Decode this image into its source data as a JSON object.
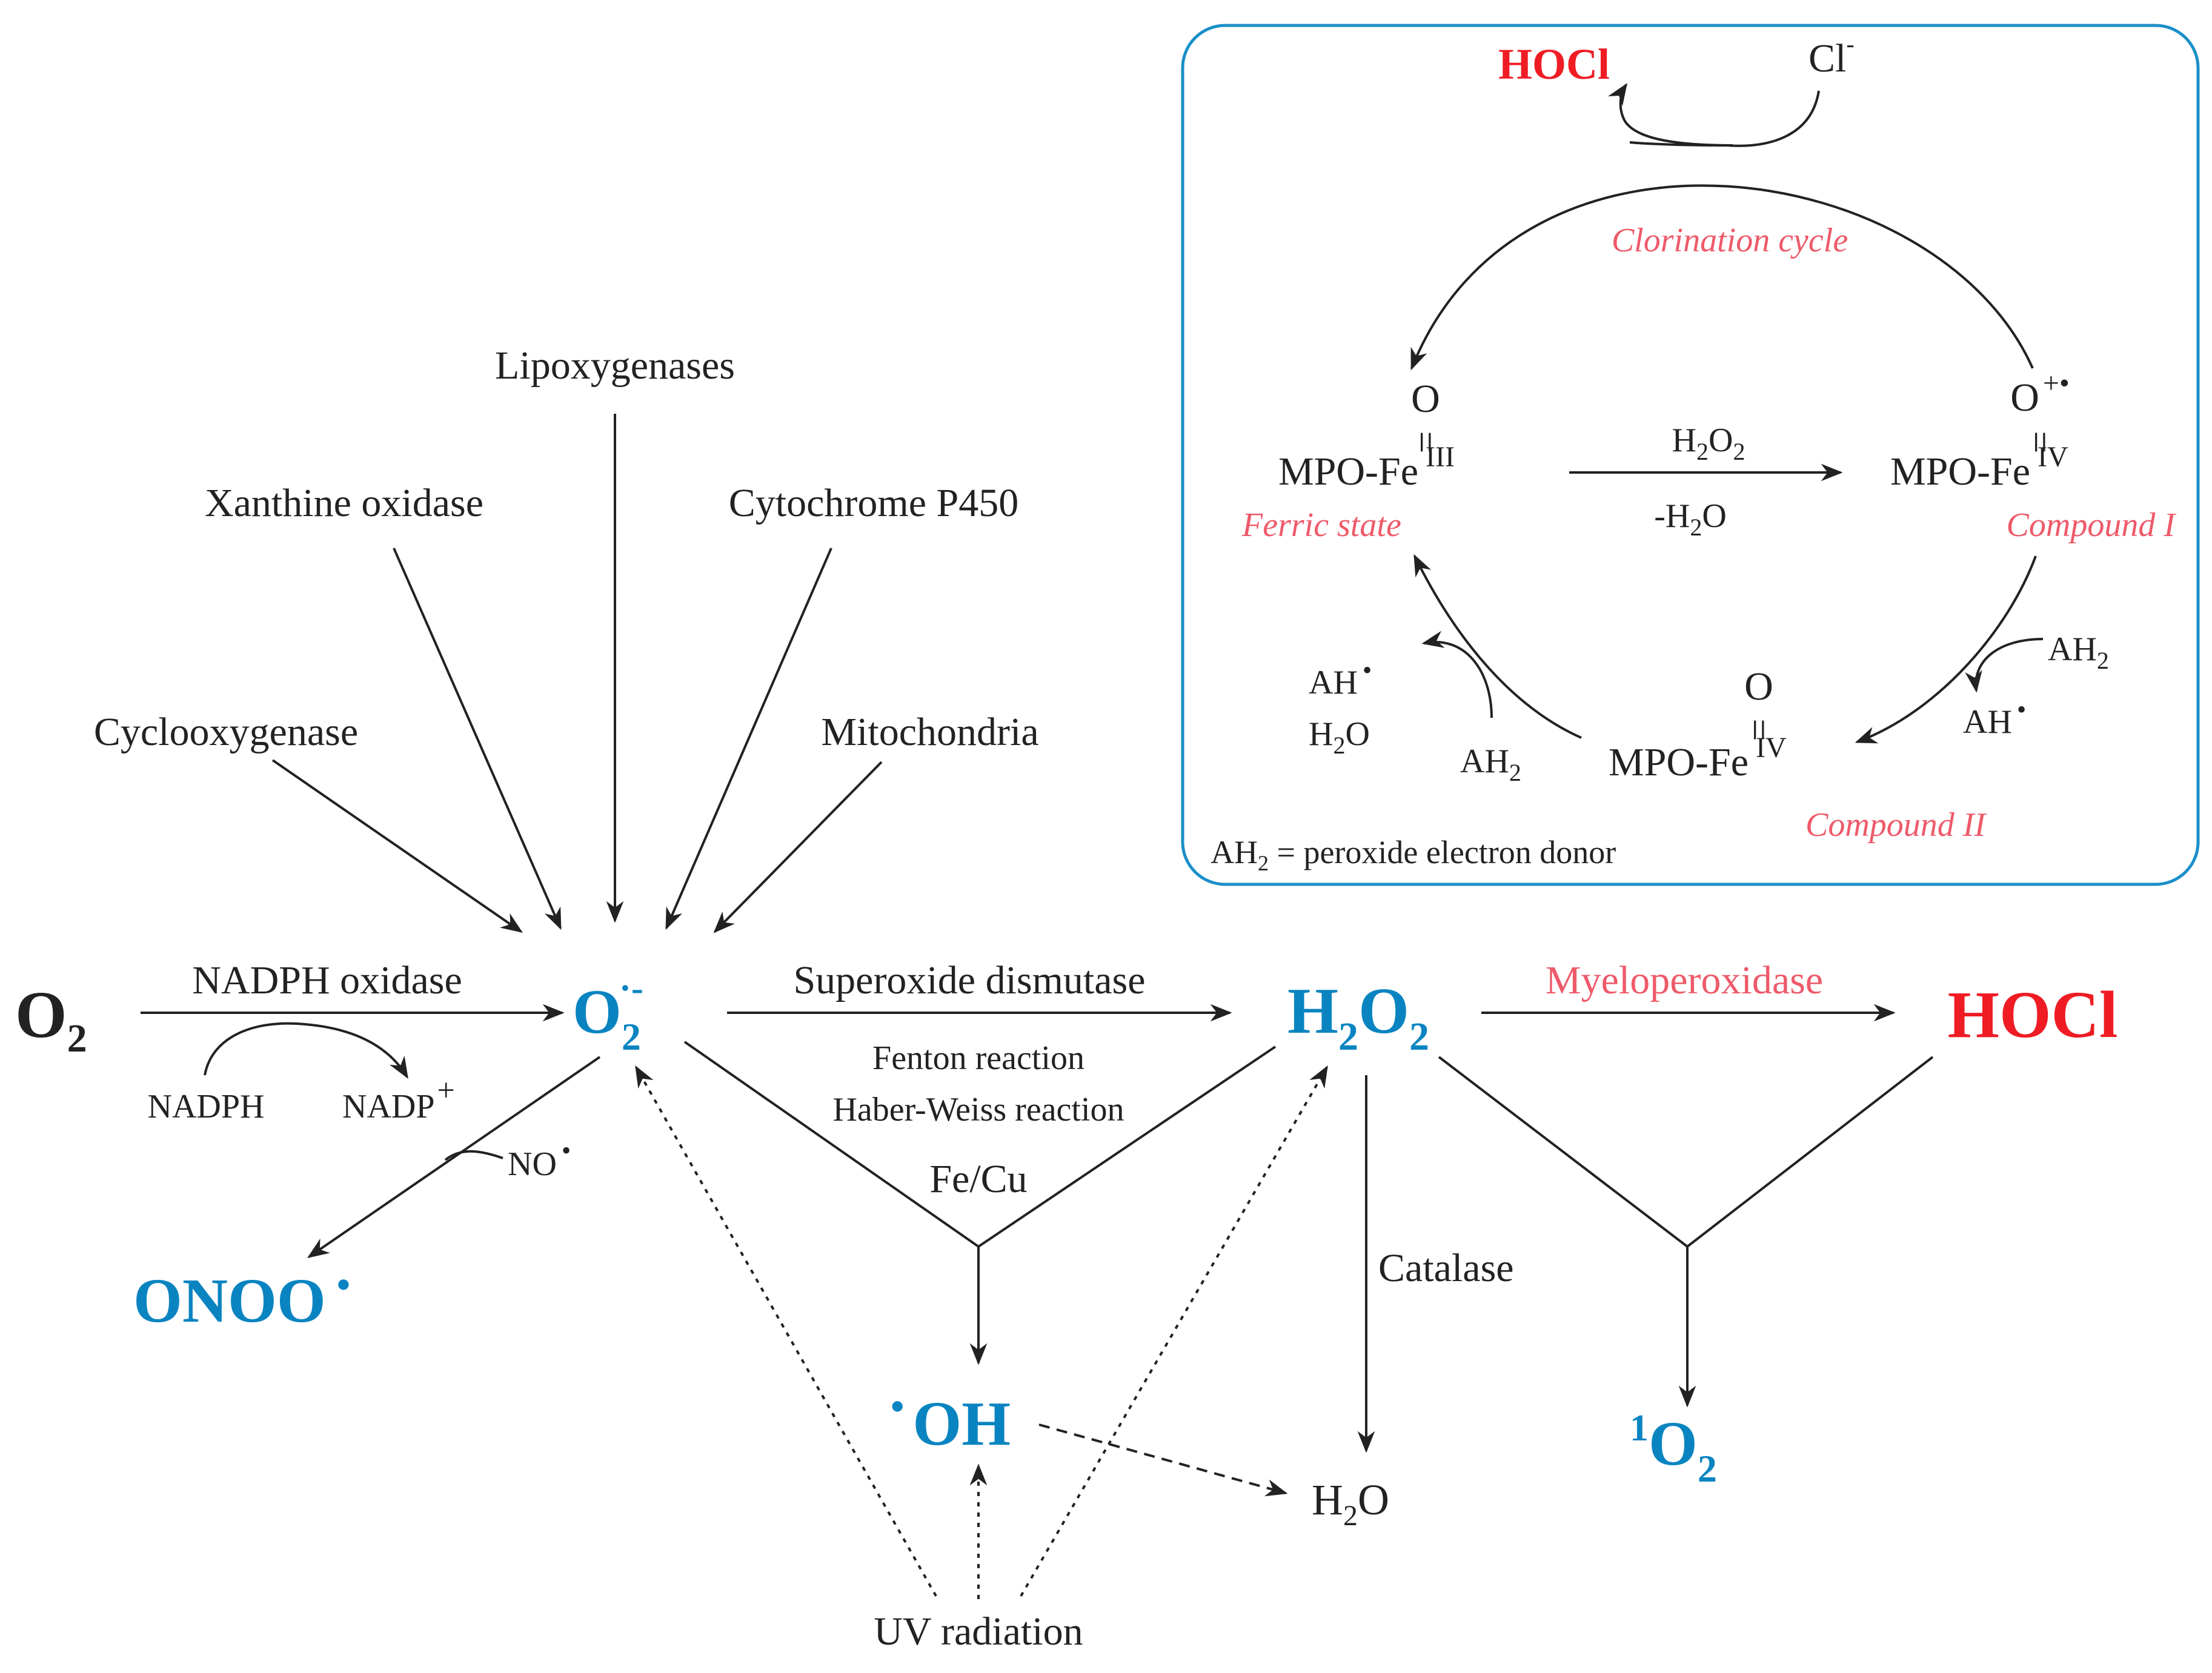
{
  "main_pathway": {
    "o2": {
      "base": "O",
      "sub": "2"
    },
    "superoxide": {
      "base": "O",
      "sub": "2",
      "sup": "·-"
    },
    "h2o2": {
      "a": "H",
      "sub1": "2",
      "b": "O",
      "sub2": "2"
    },
    "hocl": "HOCl",
    "onoo": "ONOO",
    "hydroxyl": "OH",
    "singlet_oxygen": {
      "sup": "1",
      "base": "O",
      "sub": "2"
    },
    "water": {
      "a": "H",
      "sub": "2",
      "b": "O"
    },
    "radical_dot": "•"
  },
  "sources": {
    "lipoxygenases": "Lipoxygenases",
    "xanthine_oxidase": "Xanthine oxidase",
    "cytochrome_p450": "Cytochrome P450",
    "cyclooxygenase": "Cyclooxygenase",
    "mitochondria": "Mitochondria"
  },
  "enzymes": {
    "nadph_oxidase": "NADPH oxidase",
    "nadph": "NADPH",
    "nadp": "NADP",
    "nadp_sup": "+",
    "superoxide_dismutase": "Superoxide dismutase",
    "fenton": "Fenton reaction",
    "haber_weiss": "Haber-Weiss reaction",
    "fe_cu": "Fe/Cu",
    "myeloperoxidase": "Myeloperoxidase",
    "catalase": "Catalase",
    "no": "NO",
    "uv_radiation": "UV radiation"
  },
  "inset": {
    "hocl": "HOCl",
    "cl": "Cl",
    "cl_sup": "-",
    "chlorination_cycle": "Clorination cycle",
    "oxo": "O",
    "oxo_radical_sup": "+•",
    "double_bond": "=",
    "mpo_fe": "MPO-Fe",
    "fe_iii": "III",
    "fe_iv": "IV",
    "ferric_state": "Ferric state",
    "compound_i": "Compound I",
    "compound_ii": "Compound II",
    "h2o2": {
      "a": "H",
      "sub1": "2",
      "b": "O",
      "sub2": "2"
    },
    "minus_h2o": {
      "a": "-H",
      "sub": "2",
      "b": "O"
    },
    "ah": "AH",
    "ah2": {
      "a": "AH",
      "sub": "2"
    },
    "h2o": {
      "a": "H",
      "sub": "2",
      "b": "O"
    },
    "footnote": {
      "a": "AH",
      "sub": "2",
      "b": " = peroxide electron donor"
    }
  },
  "colors": {
    "species_blue": "#0a84c1",
    "hocl_red": "#ef1c24",
    "enzyme_pink": "#ee5a6a",
    "inset_border": "#1a8fc8",
    "text": "#222222"
  }
}
